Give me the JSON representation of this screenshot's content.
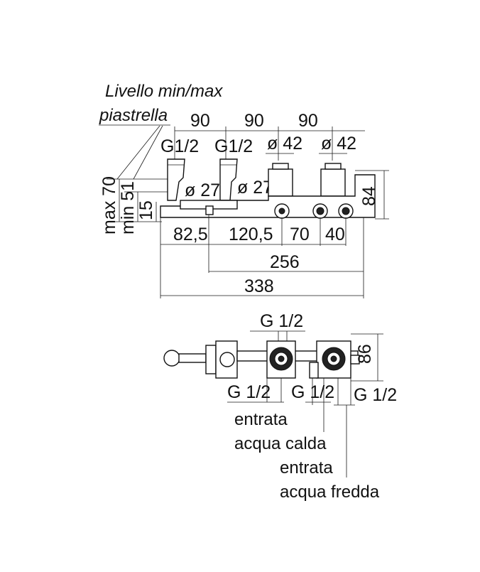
{
  "top_view": {
    "label_level_line1": "Livello min/max",
    "label_level_line2": "piastrella",
    "dim_90_a": "90",
    "dim_90_b": "90",
    "dim_90_c": "90",
    "g12_left": "G1/2",
    "g12_right": "G1/2",
    "diam42_left": "ø 42",
    "diam42_right": "ø 42",
    "diam27_left": "ø 27",
    "diam27_right": "ø 27",
    "max70": "max 70",
    "min51": "min 51",
    "dim15": "15",
    "dim84": "84",
    "dim_82_5": "82,5",
    "dim_120_5": "120,5",
    "dim_70": "70",
    "dim_40": "40",
    "dim_256": "256",
    "dim_338": "338"
  },
  "bottom_view": {
    "g12_top": "G 1/2",
    "dim86": "86",
    "g12_bl": "G 1/2",
    "g12_bm": "G 1/2",
    "g12_br": "G 1/2",
    "hot_line1": "entrata",
    "hot_line2": "acqua calda",
    "cold_line1": "entrata",
    "cold_line2": "acqua fredda"
  }
}
